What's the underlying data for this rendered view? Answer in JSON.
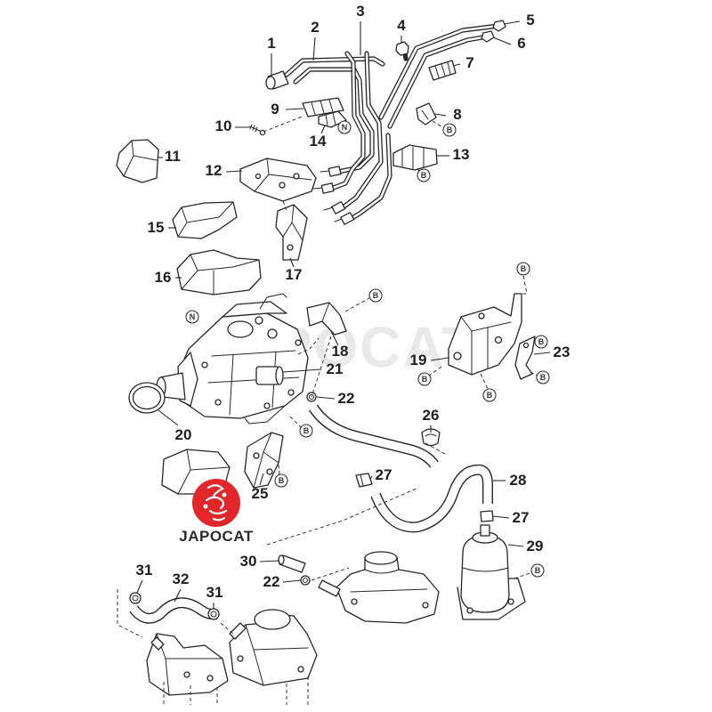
{
  "callouts": [
    "1",
    "2",
    "3",
    "4",
    "5",
    "6",
    "7",
    "8",
    "9",
    "10",
    "11",
    "12",
    "13",
    "14",
    "15",
    "16",
    "17",
    "18",
    "19",
    "20",
    "21",
    "22",
    "23",
    "25",
    "26",
    "27",
    "28",
    "27",
    "29",
    "30",
    "22",
    "31",
    "32",
    "31"
  ],
  "markers": {
    "b": "B",
    "n": "N"
  },
  "watermark": "JAPOCAT",
  "logo": {
    "text": "JAPOCAT"
  },
  "colors": {
    "logo_red": "#e3262a",
    "line": "#262626",
    "background": "#ffffff"
  }
}
